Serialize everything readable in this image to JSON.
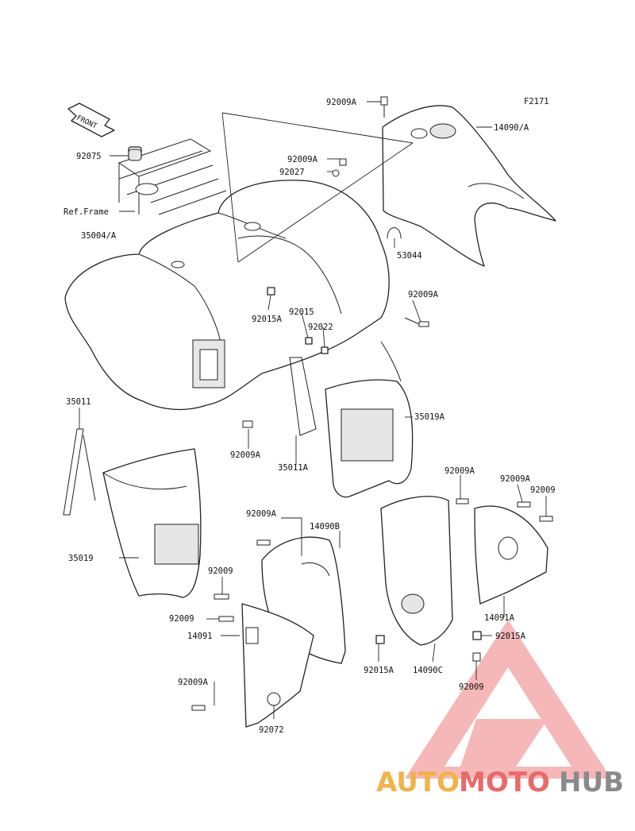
{
  "figure_code": "F2171",
  "front_arrow": "FRONT",
  "labels": {
    "p92009A_top": "92009A",
    "p14090A": "14090/A",
    "p92075": "92075",
    "p92009A_b": "92009A",
    "p92027": "92027",
    "ref_frame": "Ref.Frame",
    "p35004A": "35004/A",
    "p53044": "53044",
    "p92009A_c": "92009A",
    "p92015": "92015",
    "p92015A_a": "92015A",
    "p92022": "92022",
    "p35011": "35011",
    "p35019A": "35019A",
    "p92009A_d": "92009A",
    "p35011A": "35011A",
    "p92009A_e": "92009A",
    "p92009A_f": "92009A",
    "p92009_a": "92009",
    "p92009A_g": "92009A",
    "p14090B": "14090B",
    "p35019": "35019",
    "p92009_b": "92009",
    "p92009_c": "92009",
    "p14091": "14091",
    "p14091A": "14091A",
    "p92015A_b": "92015A",
    "p92015A_c": "92015A",
    "p14090C": "14090C",
    "p92009A_h": "92009A",
    "p92009_d": "92009",
    "p92072": "92072"
  },
  "watermark": {
    "part1": "AUTO",
    "part2": "MOTO",
    "part3": "HUB",
    "colors": {
      "orange": "#f0b24a",
      "red": "#e86a6a",
      "grey": "#8a8a8a"
    }
  }
}
